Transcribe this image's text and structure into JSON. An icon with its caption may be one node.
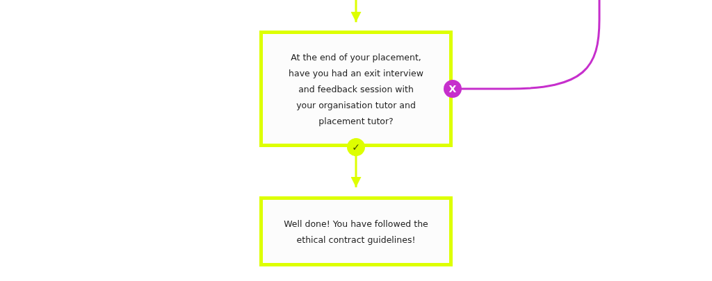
{
  "diagram": {
    "nodes": [
      {
        "text": [
          "At the end of your placement, have you had an exit interview and feedback session with your organisation tutor and placement tutor?"
        ]
      },
      {
        "text": [
          "Well done! You have followed the ethical contract guidelines!"
        ]
      }
    ],
    "edges": [
      {
        "from": null,
        "to": 0,
        "arrow": "to"
      },
      {
        "from": 0,
        "to": 1,
        "arrow": "to",
        "label": "✓"
      },
      {
        "from": 0,
        "to": null,
        "arrow": "none",
        "label": "X",
        "color": "#c62fcc"
      }
    ]
  }
}
